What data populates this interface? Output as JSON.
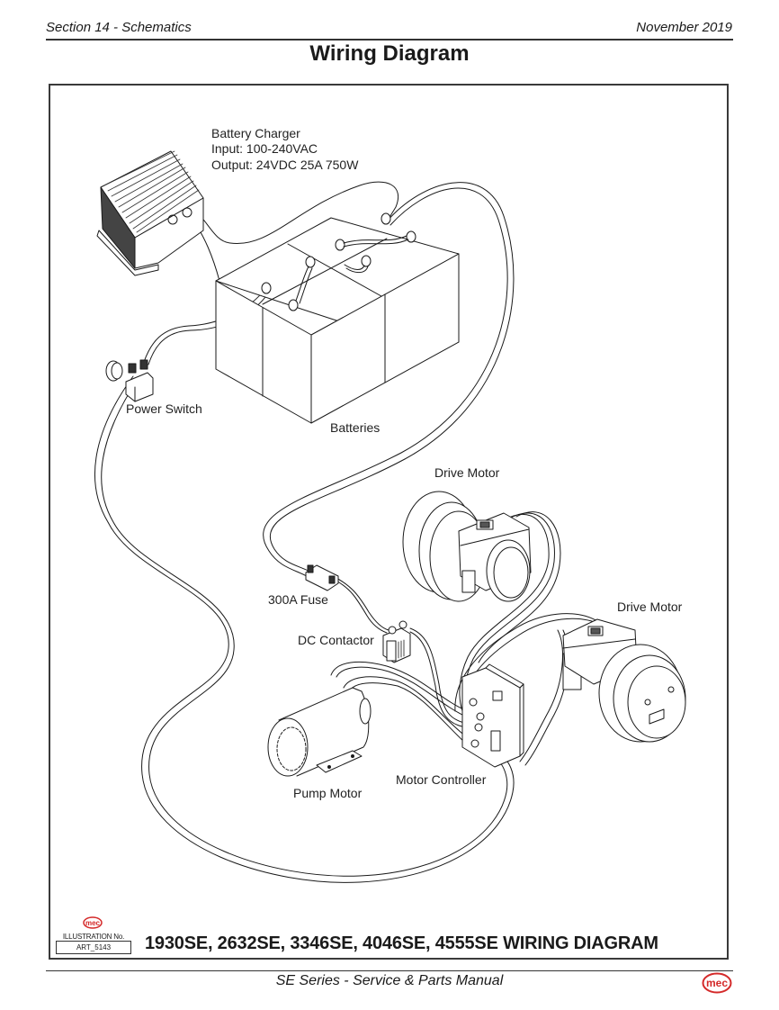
{
  "header": {
    "section": "Section 14 - Schematics",
    "date": "November 2019",
    "title": "Wiring Diagram"
  },
  "diagram": {
    "components": {
      "battery_charger": {
        "name": "Battery Charger",
        "input": "Input: 100-240VAC",
        "output": "Output: 24VDC 25A 750W"
      },
      "power_switch": "Power Switch",
      "batteries": "Batteries",
      "drive_motor_1": "Drive Motor",
      "drive_motor_2": "Drive Motor",
      "fuse": "300A Fuse",
      "dc_contactor": "DC Contactor",
      "pump_motor": "Pump Motor",
      "motor_controller": "Motor Controller"
    },
    "illustration": {
      "logo": "mec",
      "label": "ILLUSTRATION No.",
      "number": "ART_5143"
    },
    "caption": "1930SE, 2632SE, 3346SE, 4046SE, 4555SE WIRING DIAGRAM"
  },
  "footer": {
    "title": "SE Series - Service & Parts Manual",
    "logo": "mec"
  },
  "colors": {
    "brand_red": "#d42a2a",
    "line": "#1a1a1a"
  }
}
